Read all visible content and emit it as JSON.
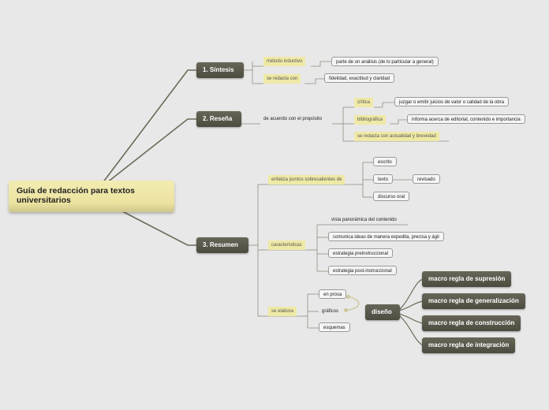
{
  "root": {
    "title": "Guía de redacción para textos universitarios"
  },
  "sintesis": {
    "title": "1. Síntesis",
    "metodo_label": "método inductivo",
    "metodo_value": "parte de un análisis (de lo particular a general)",
    "redacta_label": "se redacta con",
    "redacta_value": "fidelidad, exactitud y claridad"
  },
  "resena": {
    "title": "2. Reseña",
    "proposito": "de acuerdo con el propósito",
    "critica_label": "crítica",
    "critica_value": "juzgar o emitir juicios de valor o calidad de la obra",
    "biblio_label": "bibliográfica",
    "biblio_value": "informa acerca de editorial, contenido e importancia",
    "redacta_label": "se redacta con actualidad y brevedad"
  },
  "resumen": {
    "title": "3. Resumen",
    "enfatiza_label": "enfatiza puntos sobresalientes de",
    "escrito": "escrito",
    "texto": "texto",
    "revisado": "revisado",
    "discurso": "discurso oral",
    "caracteristicas_label": "características",
    "vista": "vista panorámica del contenido",
    "comunica": "comunica ideas de manera expedita, precisa y ágil",
    "pre": "estrategia preinstruccional",
    "post": "estrategia post-instruccional",
    "elabora_label": "se elabora",
    "prosa": "en prosa",
    "graficos": "gráficos",
    "esquemas": "esquemas",
    "diseno": "diseño",
    "reglas": [
      "macro regla de supresión",
      "macro regla de generalización",
      "macro regla de construcción",
      "macro regla de integración"
    ]
  }
}
